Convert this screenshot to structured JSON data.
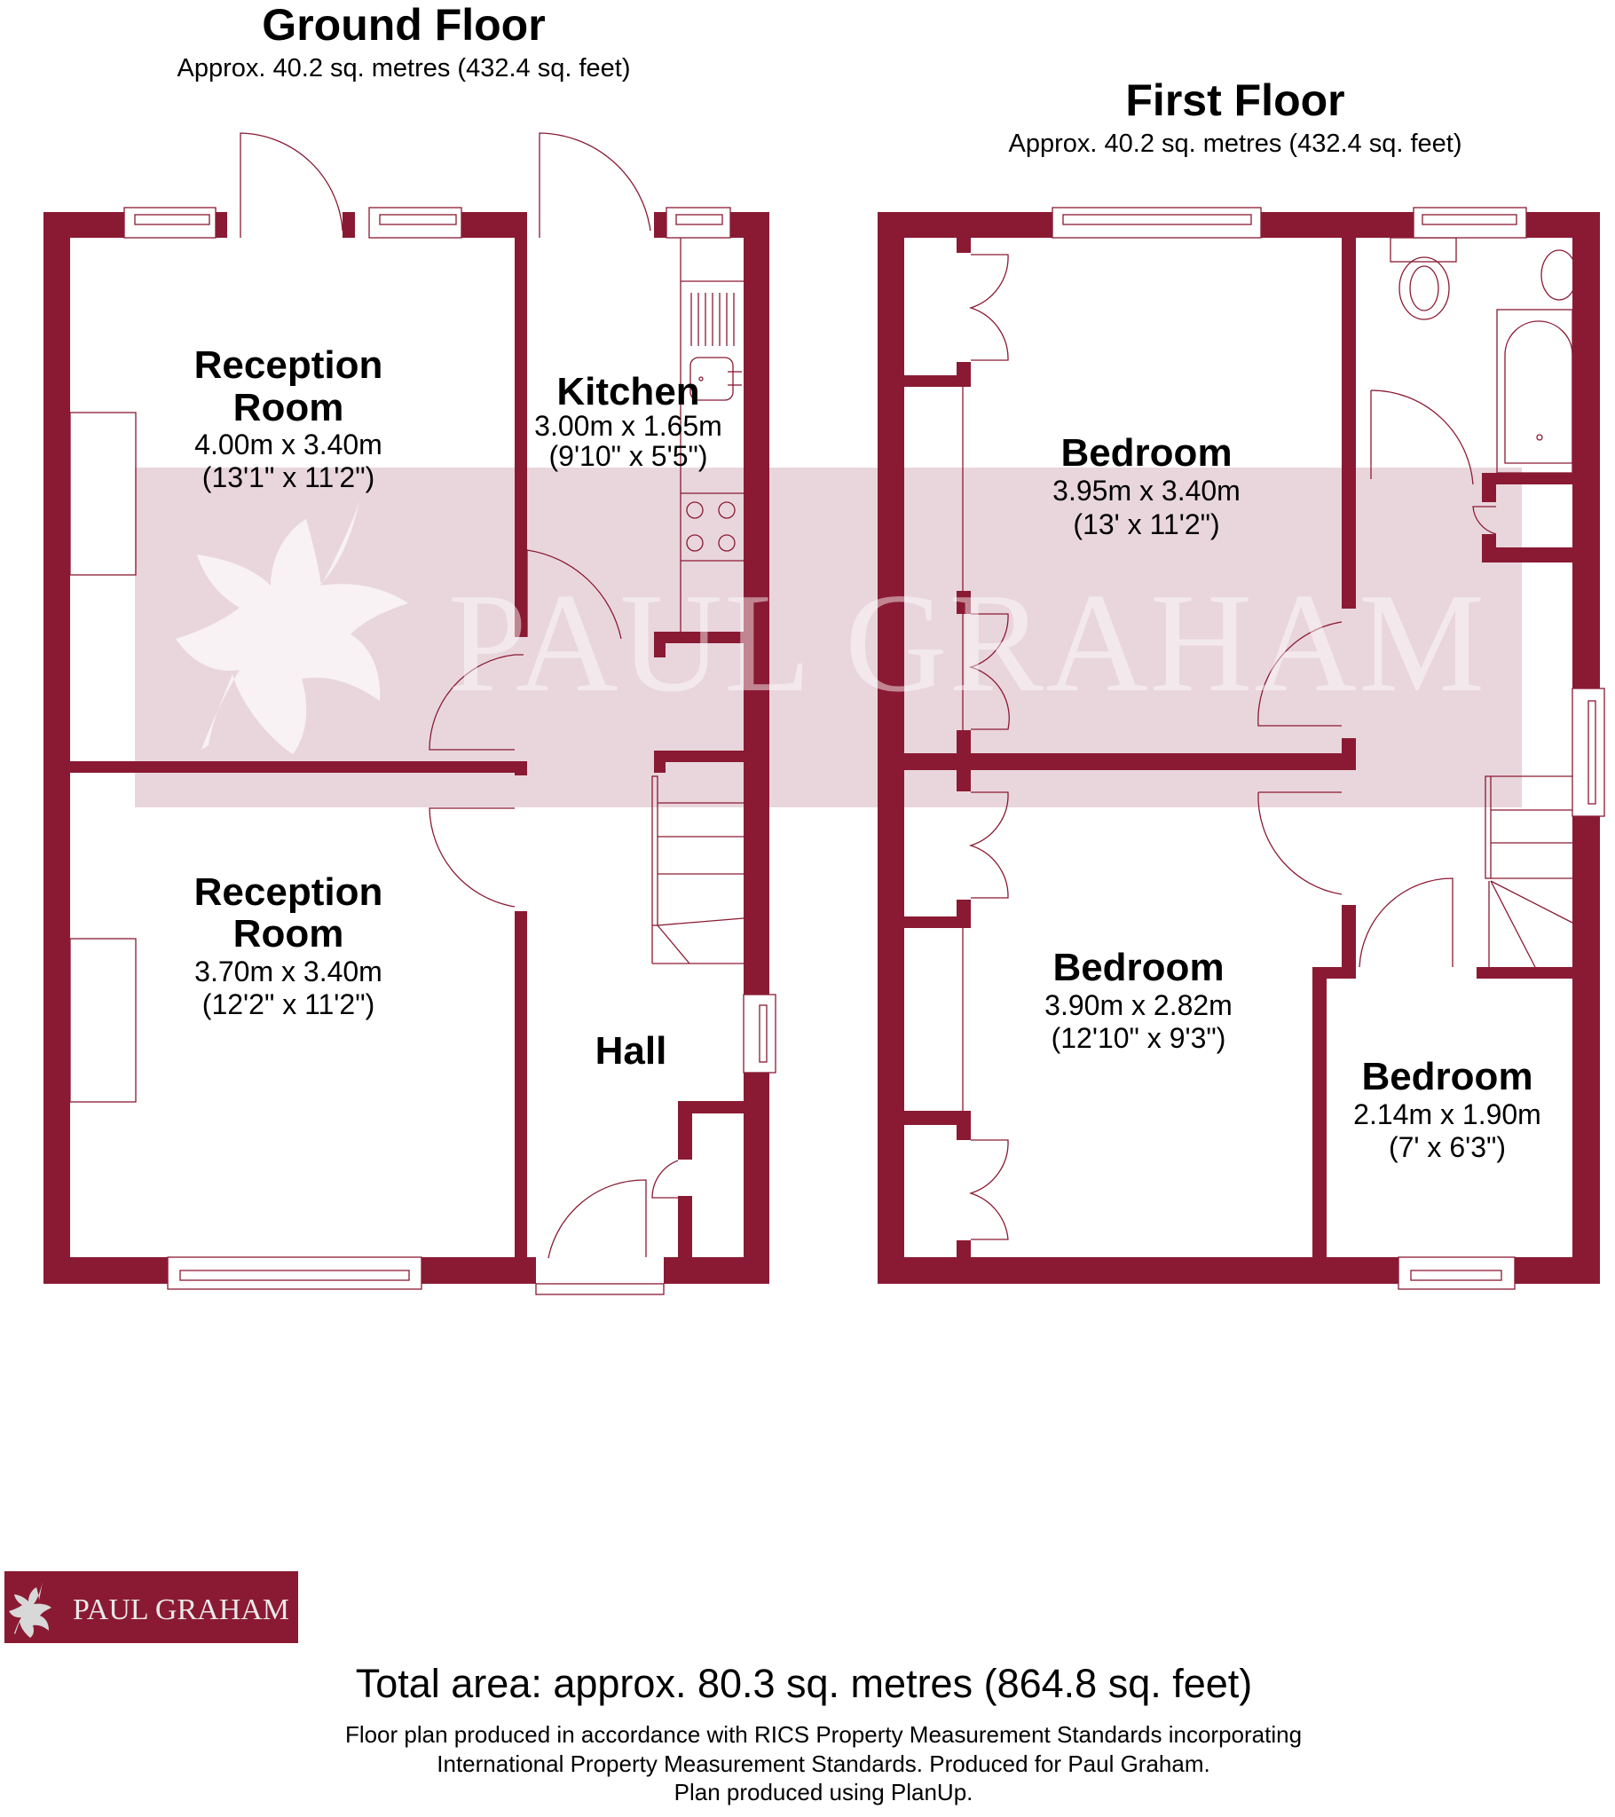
{
  "ground_floor": {
    "title": "Ground Floor",
    "area": "Approx. 40.2 sq. metres (432.4 sq. feet)",
    "rooms": [
      {
        "name_line1": "Reception",
        "name_line2": "Room",
        "metric": "4.00m x 3.40m",
        "imperial": "(13'1\" x 11'2\")"
      },
      {
        "name_line1": "Kitchen",
        "metric": "3.00m x 1.65m",
        "imperial": "(9'10\" x 5'5\")"
      },
      {
        "name_line1": "Reception",
        "name_line2": "Room",
        "metric": "3.70m x 3.40m",
        "imperial": "(12'2\" x 11'2\")"
      },
      {
        "name_line1": "Hall"
      }
    ]
  },
  "first_floor": {
    "title": "First Floor",
    "area": "Approx. 40.2 sq. metres (432.4 sq. feet)",
    "rooms": [
      {
        "name_line1": "Bedroom",
        "metric": "3.95m x 3.40m",
        "imperial": "(13' x 11'2\")"
      },
      {
        "name_line1": "Bedroom",
        "metric": "3.90m x 2.82m",
        "imperial": "(12'10\" x 9'3\")"
      },
      {
        "name_line1": "Bedroom",
        "metric": "2.14m x 1.90m",
        "imperial": "(7' x 6'3\")"
      }
    ]
  },
  "watermark": {
    "text": "PAUL GRAHAM",
    "icon": "maple-leaf-icon"
  },
  "logo": {
    "text": "PAUL GRAHAM",
    "icon": "maple-leaf-icon",
    "background": "#8a1a33"
  },
  "footer": {
    "total_area": "Total area: approx. 80.3 sq. metres (864.8 sq. feet)",
    "line1": "Floor plan produced in accordance with RICS Property Measurement Standards incorporating",
    "line2": "International Property Measurement Standards. Produced for Paul Graham.",
    "line3": "Plan produced using PlanUp."
  },
  "colors": {
    "wall": "#8a1a33",
    "watermark_band": "#e9d6dd",
    "text": "#000000"
  }
}
